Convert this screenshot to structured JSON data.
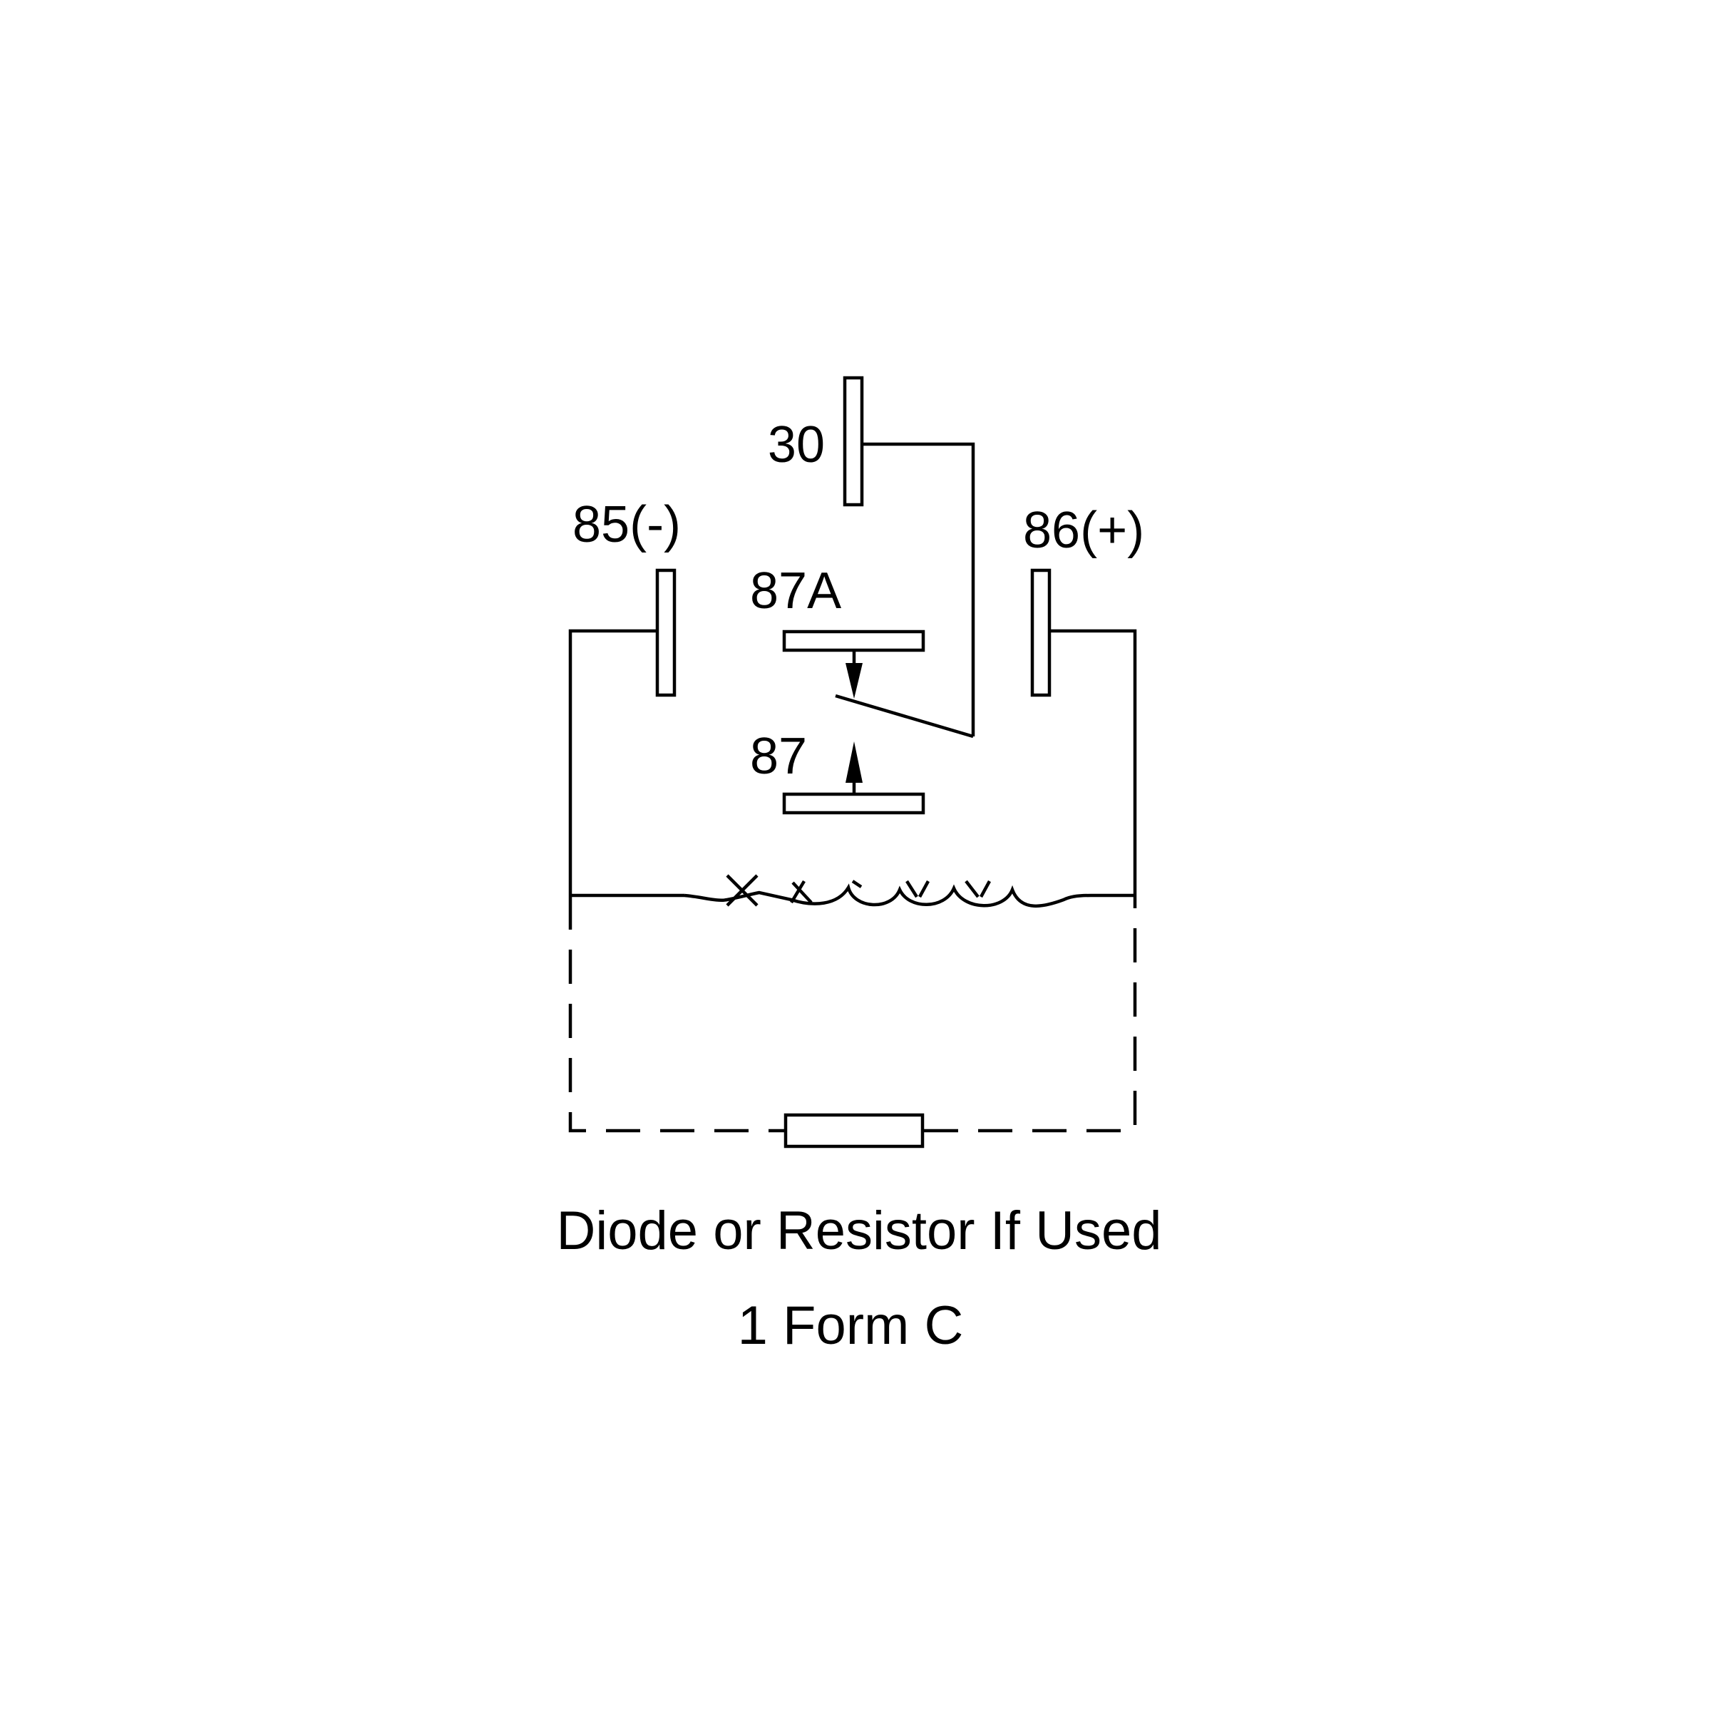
{
  "diagram": {
    "labels": {
      "pin_30": "30",
      "pin_85": "85(-)",
      "pin_86": "86(+)",
      "pin_87a": "87A",
      "pin_87": "87"
    },
    "captions": {
      "suppression": "Diode or Resistor If Used",
      "form": "1 Form C"
    },
    "colors": {
      "line": "#000000",
      "background": "#ffffff"
    }
  }
}
